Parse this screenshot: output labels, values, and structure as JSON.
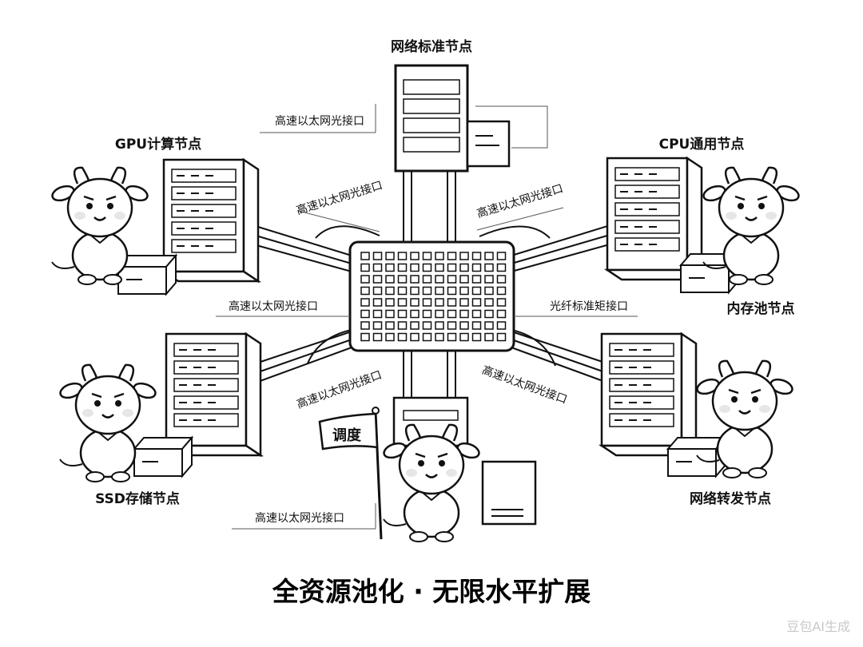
{
  "nodes": {
    "network_std": "网络标准节点",
    "gpu": "GPU计算节点",
    "cpu": "CPU通用节点",
    "memory": "内存池节点",
    "ssd": "SSD存储节点",
    "net_forward": "网络转发节点"
  },
  "interfaces": {
    "ethernet": "高速以太网光接口",
    "fiber": "光纤标准矩接口"
  },
  "scheduler_flag": "调度",
  "title": "全资源池化 · 无限水平扩展",
  "watermark": "豆包AI生成"
}
